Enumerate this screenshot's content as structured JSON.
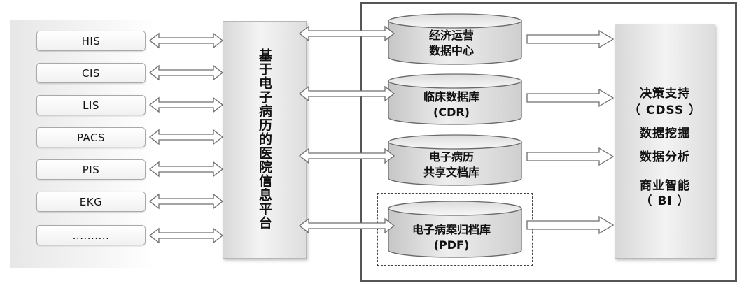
{
  "systems": [
    "HIS",
    "CIS",
    "LIS",
    "PACS",
    "PIS",
    "EKG",
    ".........."
  ],
  "platform": {
    "label": "基于电子病历的医院信息平台"
  },
  "databases": [
    {
      "line1": "经济运营",
      "line2": "数据中心"
    },
    {
      "line1": "临床数据库",
      "line2": "(CDR)"
    },
    {
      "line1": "电子病历",
      "line2": "共享文档库"
    },
    {
      "line1": "电子病案归档库",
      "line2": "(PDF)"
    }
  ],
  "decision": {
    "lines": [
      "决策支持",
      "（ CDSS ）",
      "数据挖掘",
      "数据分析",
      "商业智能",
      "（ BI ）"
    ]
  },
  "colors": {
    "frame": "#555555",
    "arrow_stroke": "#6e6e6e",
    "box_fill": "#f2f2f2"
  }
}
